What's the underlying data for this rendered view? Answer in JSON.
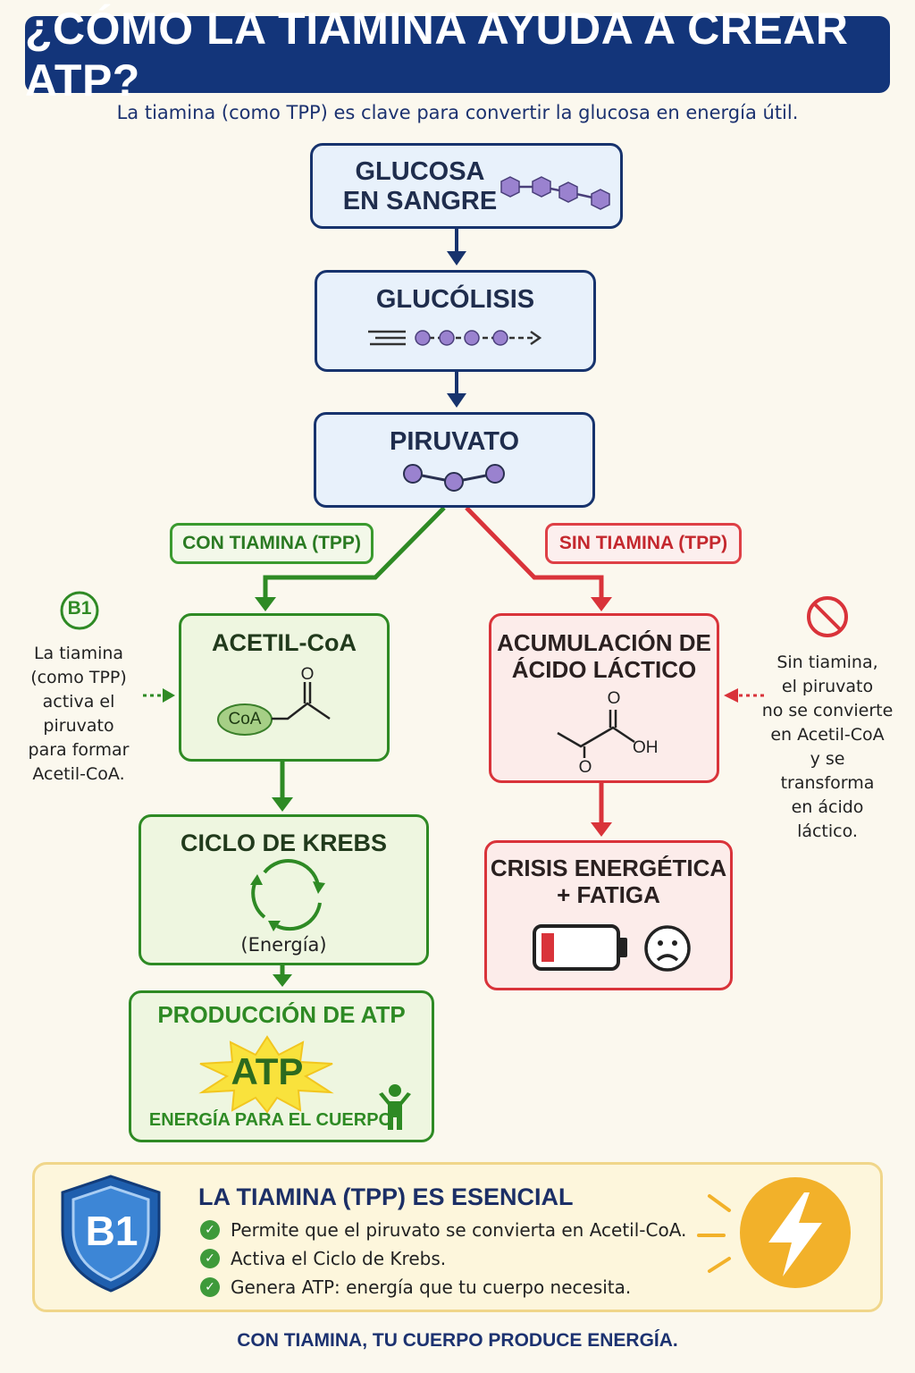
{
  "header": {
    "title": "¿CÓMO LA TIAMINA AYUDA A CREAR ATP?",
    "subtitle": "La tiamina (como TPP) es clave para convertir la glucosa en energía útil."
  },
  "nodes": {
    "glucosa_line1": "GLUCOSA",
    "glucosa_line2": "EN SANGRE",
    "glucolisis": "GLUCÓLISIS",
    "piruvato": "PIRUVATO",
    "acetil": "ACETIL-CoA",
    "acetil_coa_label": "CoA",
    "krebs": "CICLO DE KREBS",
    "krebs_sub": "(Energía)",
    "atp_title": "PRODUCCIÓN DE ATP",
    "atp_star": "ATP",
    "atp_sub": "ENERGÍA PARA EL CUERPO",
    "lactic_line1": "ACUMULACIÓN DE",
    "lactic_line2": "ÁCIDO LÁCTICO",
    "crisis_line1": "CRISIS ENERGÉTICA",
    "crisis_line2": "+ FATIGA"
  },
  "molecules": {
    "oxygen": "O",
    "hydroxyl": "OH"
  },
  "branches": {
    "with": "CON TIAMINA (TPP)",
    "without": "SIN TIAMINA (TPP)"
  },
  "side_notes": {
    "b1_badge": "B1",
    "left": [
      "La tiamina",
      "(como TPP)",
      "activa el",
      "piruvato",
      "para formar",
      "Acetil-CoA."
    ],
    "right": [
      "Sin tiamina,",
      "el piruvato",
      "no se convierte",
      "en Acetil-CoA",
      "y se transforma",
      "en ácido láctico."
    ]
  },
  "summary": {
    "shield": "B1",
    "title": "LA TIAMINA (TPP) ES ESENCIAL",
    "items": [
      "Permite que el piruvato se convierta en Acetil-CoA.",
      "Activa el Ciclo de Krebs.",
      "Genera ATP: energía que tu cuerpo necesita."
    ]
  },
  "footer": "CON TIAMINA, TU CUERPO PRODUCE ENERGÍA.",
  "colors": {
    "navy": "#13357a",
    "green": "#2e8a24",
    "red": "#d9333a",
    "purple": "#9a82cf",
    "gold": "#f2b12a"
  },
  "icons": [
    "glucose-molecule-icon",
    "pathway-dots-icon",
    "pyruvate-molecule-icon",
    "b1-badge-icon",
    "cycle-icon",
    "atp-star-icon",
    "person-icon",
    "no-entry-icon",
    "low-battery-icon",
    "sad-face-icon",
    "shield-b1-icon",
    "lightning-icon",
    "check-icon"
  ]
}
